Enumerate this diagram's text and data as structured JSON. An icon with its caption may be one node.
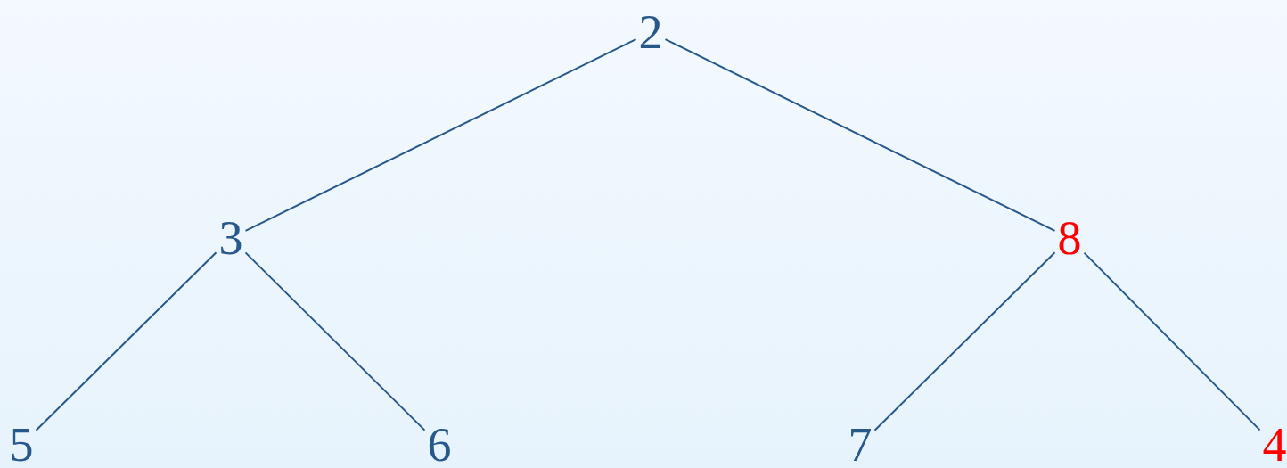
{
  "diagram": {
    "nodes": [
      {
        "text": [
          "2"
        ]
      },
      {
        "text": [
          "3"
        ]
      },
      {
        "text": [
          "8"
        ]
      },
      {
        "text": [
          "5"
        ]
      },
      {
        "text": [
          "6"
        ]
      },
      {
        "text": [
          "7"
        ]
      },
      {
        "text": [
          "4"
        ]
      }
    ],
    "edges": [
      {
        "from": 0,
        "to": 1,
        "arrow": "none"
      },
      {
        "from": 0,
        "to": 2,
        "arrow": "none"
      },
      {
        "from": 1,
        "to": 3,
        "arrow": "none"
      },
      {
        "from": 1,
        "to": 4,
        "arrow": "none"
      },
      {
        "from": 2,
        "to": 5,
        "arrow": "none"
      },
      {
        "from": 2,
        "to": 6,
        "arrow": "none"
      }
    ]
  }
}
